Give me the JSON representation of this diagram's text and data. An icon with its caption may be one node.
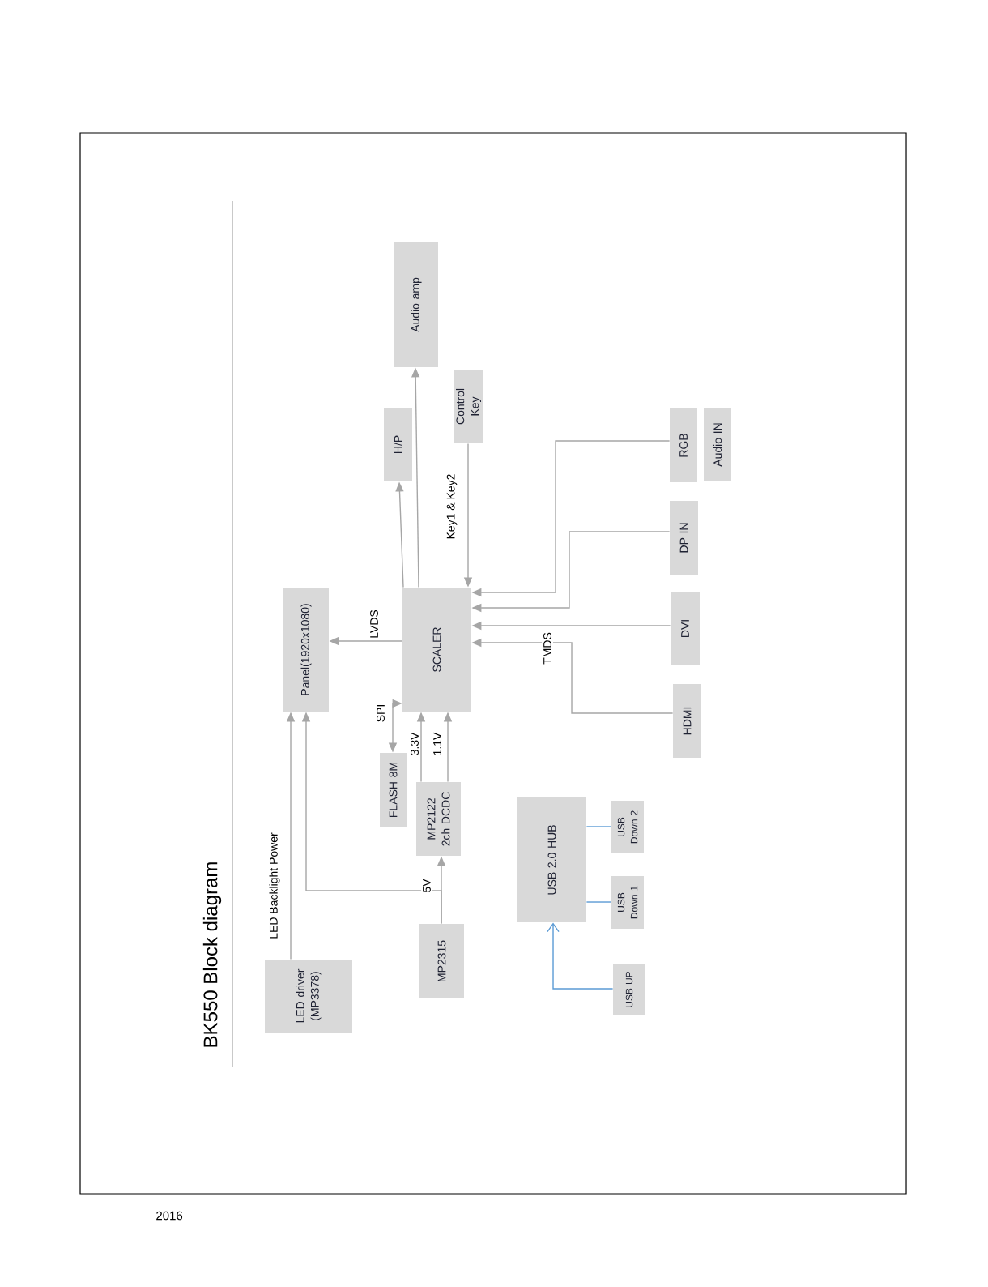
{
  "diagram": {
    "title": "BK550 Block diagram",
    "nodes": [
      {
        "text": [
          "Audio amp"
        ]
      },
      {
        "text": [
          "H/P"
        ]
      },
      {
        "text": [
          "Control Key"
        ]
      },
      {
        "text": [
          "Panel(1920x1080)"
        ]
      },
      {
        "text": [
          "SCALER"
        ]
      },
      {
        "text": [
          "RGB"
        ]
      },
      {
        "text": [
          "Audio IN"
        ]
      },
      {
        "text": [
          "DP IN"
        ]
      },
      {
        "text": [
          "DVI"
        ]
      },
      {
        "text": [
          "HDMI"
        ]
      },
      {
        "text": [
          "FLASH 8M"
        ]
      },
      {
        "text": [
          "MP2122 2ch DCDC"
        ]
      },
      {
        "text": [
          "USB 2.0 HUB"
        ]
      },
      {
        "text": [
          "USB Down 2"
        ]
      },
      {
        "text": [
          "USB Down 1"
        ]
      },
      {
        "text": [
          "LED driver (MP3378)"
        ]
      },
      {
        "text": [
          "MP2315"
        ]
      },
      {
        "text": [
          "USB UP"
        ]
      }
    ],
    "edges": [
      {
        "from": 4,
        "to": 1,
        "arrow": "to"
      },
      {
        "from": 4,
        "to": 0,
        "arrow": "to"
      },
      {
        "from": 2,
        "to": 4,
        "arrow": "to",
        "label": "Key1 & Key2"
      },
      {
        "from": 4,
        "to": 3,
        "arrow": "to",
        "label": "LVDS"
      },
      {
        "from": 5,
        "to": 4,
        "arrow": "to"
      },
      {
        "from": 7,
        "to": 4,
        "arrow": "to"
      },
      {
        "from": 8,
        "to": 4,
        "arrow": "to"
      },
      {
        "from": 9,
        "to": 4,
        "arrow": "to",
        "label": "TMDS"
      },
      {
        "from": 10,
        "to": 4,
        "arrow": "both",
        "label": "SPI"
      },
      {
        "from": 11,
        "to": 4,
        "arrow": "to",
        "label": "3.3V"
      },
      {
        "from": 11,
        "to": 4,
        "arrow": "to",
        "label": "1.1V"
      },
      {
        "from": 16,
        "to": 11,
        "arrow": "to",
        "label": "5V"
      },
      {
        "from": 16,
        "to": 3,
        "arrow": "to"
      },
      {
        "from": 15,
        "to": 3,
        "arrow": "to",
        "label": "LED Backlight Power"
      },
      {
        "from": 17,
        "to": 12,
        "arrow": "to",
        "color": "#5b9bd5"
      },
      {
        "from": 12,
        "to": 13,
        "arrow": "none",
        "color": "#5b9bd5"
      },
      {
        "from": 12,
        "to": 14,
        "arrow": "none",
        "color": "#5b9bd5"
      }
    ],
    "labels": [
      "2016"
    ]
  }
}
